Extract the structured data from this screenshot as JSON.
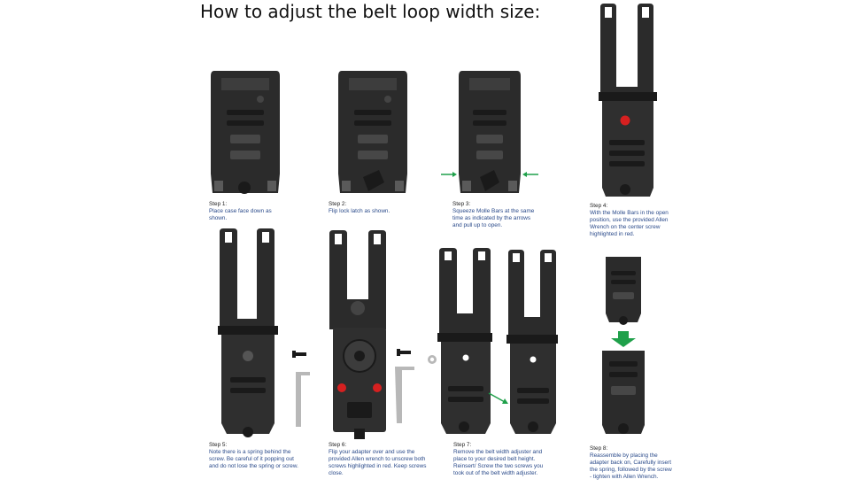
{
  "title": "How to adjust the belt loop width size:",
  "colors": {
    "plastic": "#2b2b2b",
    "plastic_light": "#4a4a4a",
    "screw_highlight": "#d62020",
    "arrow_green": "#1fa04a",
    "caption_text": "#2a4a8a",
    "metal": "#b8b8b8"
  },
  "steps": [
    {
      "label": "Step 1:",
      "text": "Place case face down as shown."
    },
    {
      "label": "Step 2:",
      "text": "Flip lock latch as shown."
    },
    {
      "label": "Step 3:",
      "text": "Squeeze Molle Bars at the same time as indicated by the arrows and pull  up to open."
    },
    {
      "label": "Step 4:",
      "text": "With the Molle Bars in the open position, use the provided Allen Wrench on the center screw highlighted in red."
    },
    {
      "label": "Step 5:",
      "text": " Note there is a spring behind the screw. Be careful of it popping out and do not lose the spring or screw."
    },
    {
      "label": "Step 6:",
      "text": "Flip your adapter over and use the provided Allen wrench to unscrew both screws highlighted in red. Keep screws close."
    },
    {
      "label": "Step 7:",
      "text": "Remove the belt width adjuster and place to your desired belt height. Reinsert/ Screw the two screws you took out of the belt width adjuster."
    },
    {
      "label": "Step 8:",
      "text": "Reassemble by placing the adapter back on, Carefully insert the spring, followed by the screw - tighten with Allen Wrench."
    }
  ]
}
